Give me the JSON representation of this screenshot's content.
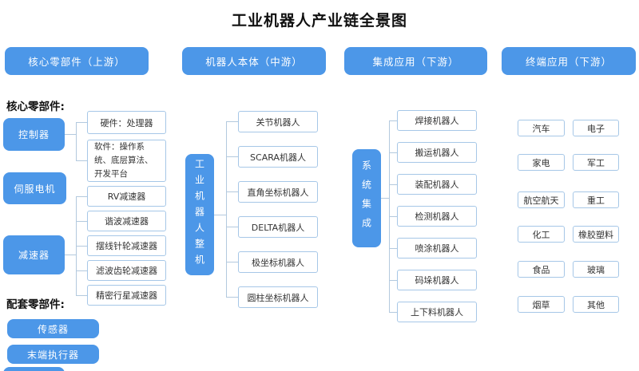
{
  "title": "工业机器人产业链全景图",
  "headers": [
    {
      "label": "核心零部件（上游）"
    },
    {
      "label": "机器人本体（中游）"
    },
    {
      "label": "集成应用（下游）"
    },
    {
      "label": "终端应用（下游）"
    }
  ],
  "upstream": {
    "section_label": "核心零部件:",
    "controller": {
      "label": "控制器",
      "children": [
        "硬件：处理器",
        "软件：操作系统、底层算法、开发平台"
      ]
    },
    "servo": {
      "label": "伺服电机"
    },
    "reducer": {
      "label": "减速器",
      "children": [
        "RV减速器",
        "谐波减速器",
        "摆线针轮减速器",
        "滤波齿轮减速器",
        "精密行星减速器"
      ]
    },
    "support_label": "配套零部件:",
    "support_items": [
      "传感器",
      "末端执行器"
    ]
  },
  "robot_body": {
    "trunk": "工业机器人整机",
    "items": [
      "关节机器人",
      "SCARA机器人",
      "直角坐标机器人",
      "DELTA机器人",
      "极坐标机器人",
      "圆柱坐标机器人"
    ]
  },
  "integration": {
    "trunk": "系统集成",
    "items": [
      "焊接机器人",
      "搬运机器人",
      "装配机器人",
      "检测机器人",
      "喷涂机器人",
      "码垛机器人",
      "上下料机器人"
    ]
  },
  "applications": {
    "items": [
      "汽车",
      "电子",
      "家电",
      "军工",
      "航空航天",
      "重工",
      "化工",
      "橡胶塑料",
      "食品",
      "玻璃",
      "烟草",
      "其他"
    ]
  },
  "colors": {
    "accent_blue": "#4c97e8",
    "box_border": "#a6c7e7",
    "connector": "#b3c9de"
  }
}
